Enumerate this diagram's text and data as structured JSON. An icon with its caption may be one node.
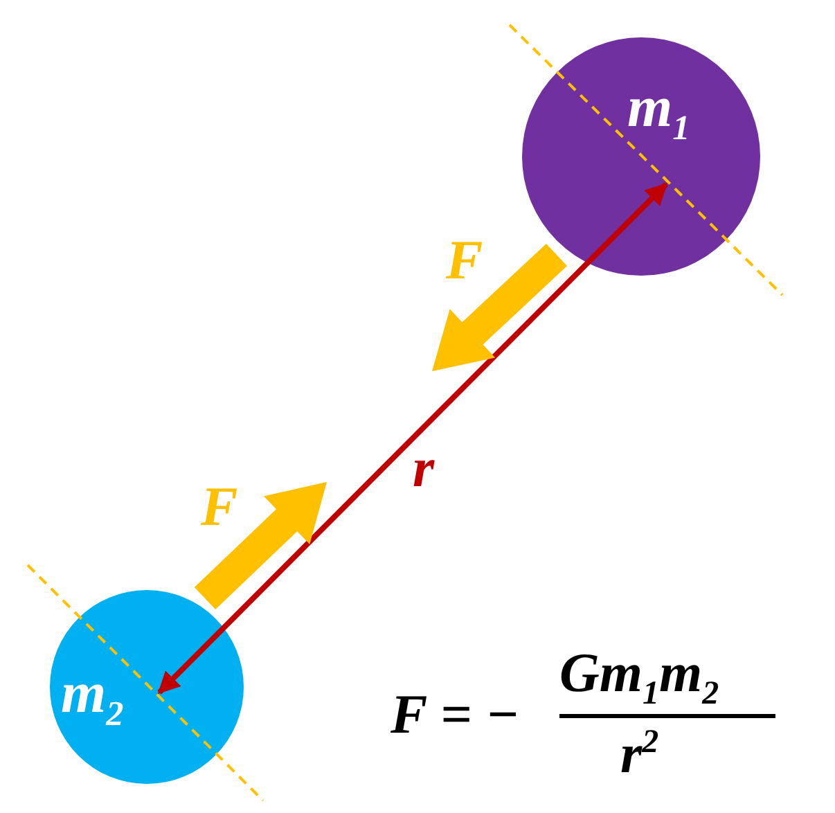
{
  "diagram": {
    "nodes": [
      {
        "text": [
          "m$_{1}$"
        ]
      },
      {
        "text": [
          "m$_{2}$"
        ]
      }
    ],
    "edges": [
      {
        "from": 0,
        "to": 1,
        "arrow": "both",
        "label": "r",
        "color": "#c00000"
      }
    ],
    "labels": [
      "F",
      "F",
      "F = −",
      "Gm$_{1}$m$_{2}$",
      "r$^{2}$"
    ]
  }
}
